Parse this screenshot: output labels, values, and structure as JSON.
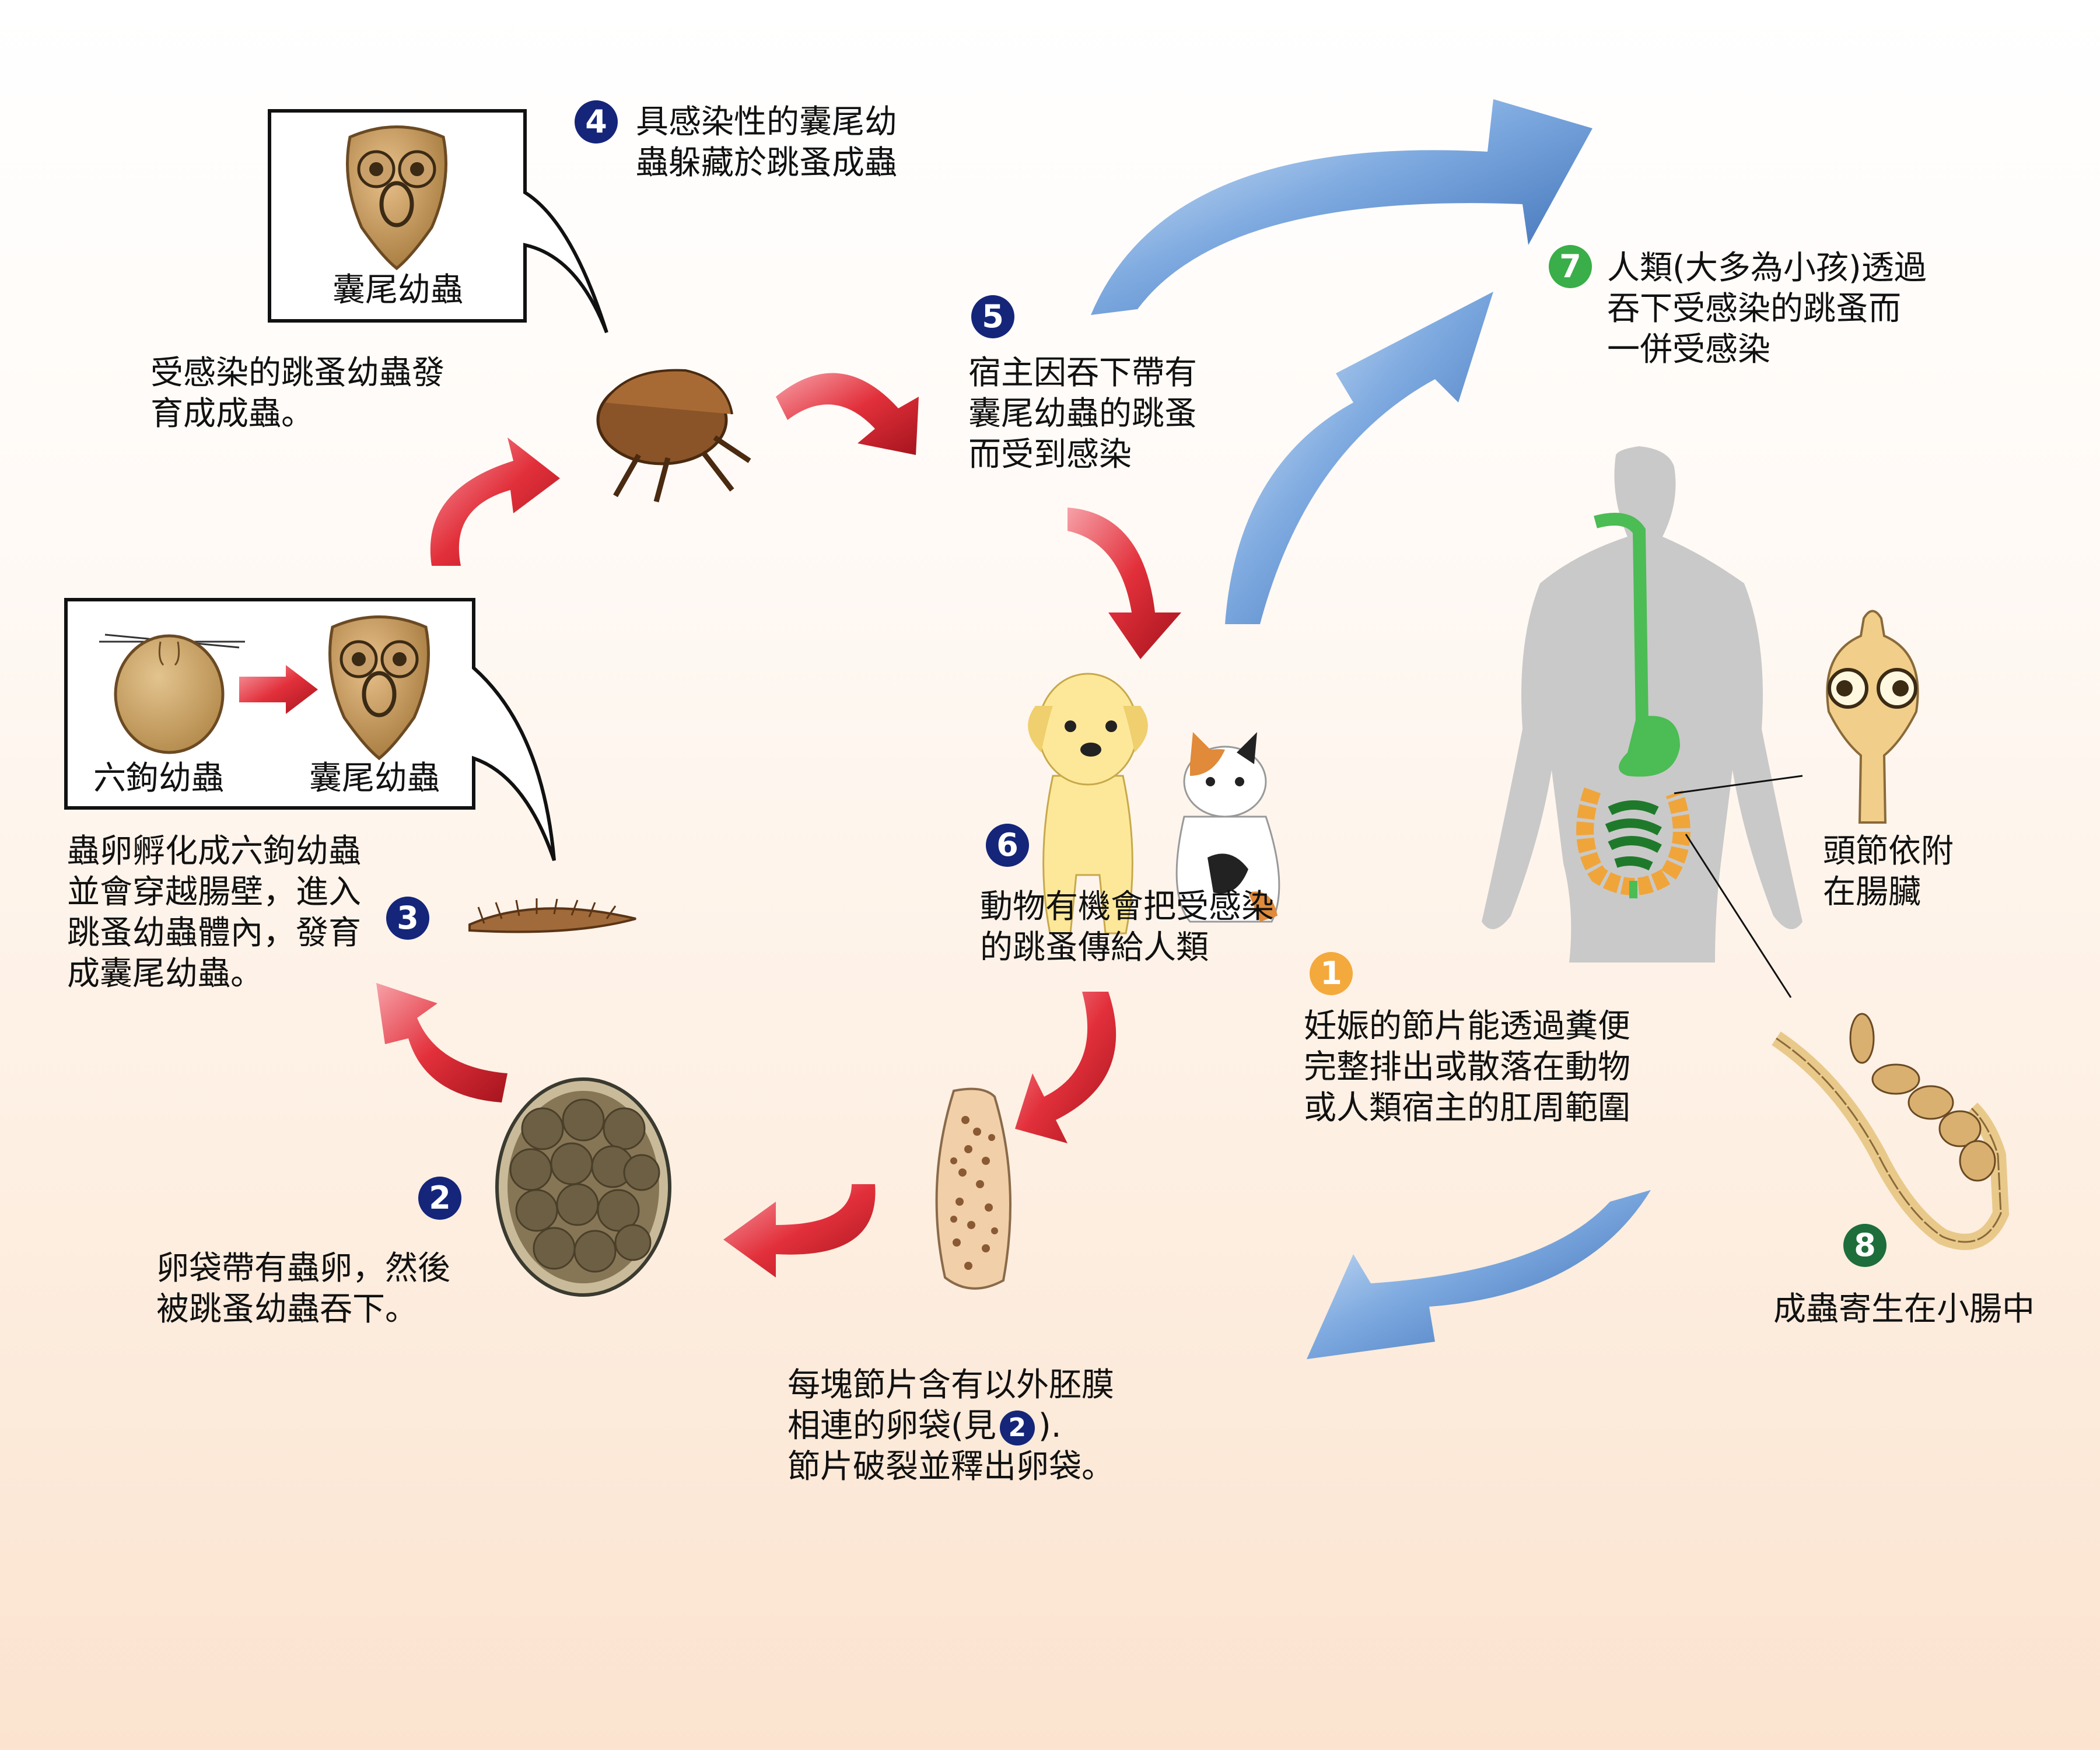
{
  "colors": {
    "blue_badge": "#14257a",
    "green_badge": "#3aae48",
    "orange_badge": "#f4a93c",
    "dark_green_badge": "#1d6e3a",
    "red_arrow": "#e23b44",
    "blue_arrow": "#5b8fd0",
    "human_silhouette": "#c9c9c9",
    "intestine_orange": "#f0a53a",
    "intestine_green": "#1e7a2a"
  },
  "steps": [
    {
      "number": "1",
      "lines": [
        "妊娠的節片能透過糞便",
        "完整排出或散落在動物",
        "或人類宿主的肛周範圍"
      ]
    },
    {
      "number": "2",
      "lines": [
        "卵袋帶有蟲卵，然後",
        "被跳蚤幼蟲吞下。"
      ]
    },
    {
      "number": "3",
      "lines": [
        "蟲卵孵化成六鉤幼蟲",
        "並會穿越腸壁，進入",
        "跳蚤幼蟲體內，發育",
        "成囊尾幼蟲。"
      ]
    },
    {
      "number": "4",
      "lines": [
        "具感染性的囊尾幼",
        "蟲躲藏於跳蚤成蟲"
      ]
    },
    {
      "number": "5",
      "lines": [
        "宿主因吞下帶有",
        "囊尾幼蟲的跳蚤",
        "而受到感染"
      ]
    },
    {
      "number": "6",
      "lines": [
        "動物有機會把受感染",
        "的跳蚤傳給人類"
      ]
    },
    {
      "number": "7",
      "lines": [
        "人類(大多為小孩)透過",
        "吞下受感染的跳蚤而",
        "一併受感染"
      ]
    },
    {
      "number": "8",
      "lines": [
        "成蟲寄生在小腸中"
      ]
    }
  ],
  "flea_adult_text": [
    "受感染的跳蚤幼蟲發",
    "育成成蟲。"
  ],
  "segment_text": {
    "line1": "每塊節片含有以外胚膜",
    "line2_prefix": "相連的卵袋(見",
    "line2_badge": "2",
    "line2_suffix": ").",
    "line3": "節片破裂並釋出卵袋。"
  },
  "scolex_text": [
    "頭節依附",
    "在腸臟"
  ],
  "boxes": {
    "top_label": "囊尾幼蟲",
    "left_label_1": "六鉤幼蟲",
    "left_label_2": "囊尾幼蟲"
  }
}
